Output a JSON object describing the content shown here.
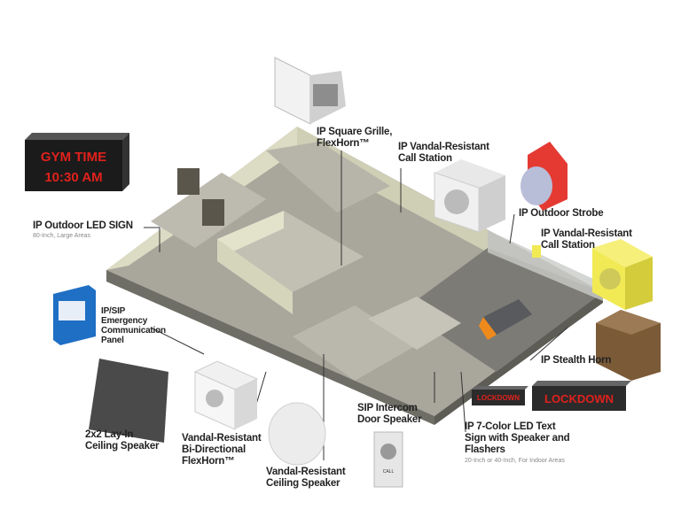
{
  "labels": {
    "square_grille": "IP Square Grille,",
    "square_grille_2": "FlexHorn™",
    "vandal_call_1": "IP Vandal-Resistant",
    "vandal_call_1b": "Call Station",
    "outdoor_strobe": "IP Outdoor Strobe",
    "vandal_call_2": "IP Vandal-Resistant",
    "vandal_call_2b": "Call Station",
    "outdoor_led": "IP Outdoor LED SIGN",
    "outdoor_led_sub": "80-Inch, Large Areas",
    "ecp_1": "IP/SIP",
    "ecp_2": "Emergency",
    "ecp_3": "Communication",
    "ecp_4": "Panel",
    "stealth_horn": "IP Stealth Horn",
    "intercom_1": "SIP Intercom",
    "intercom_2": "Door Speaker",
    "led_text_1": "IP 7-Color LED Text",
    "led_text_2": "Sign with Speaker and",
    "led_text_3": "Flashers",
    "led_text_sub": "20-Inch or 40-Inch, For Indoor Areas",
    "layin_1": "2x2 Lay-In",
    "layin_2": "Ceiling Speaker",
    "bidir_1": "Vandal-Resistant",
    "bidir_2": "Bi-Directional",
    "bidir_3": "FlexHorn™",
    "ceiling_1": "Vandal-Resistant",
    "ceiling_2": "Ceiling Speaker"
  },
  "displays": {
    "gym_line1": "GYM TIME",
    "gym_line2": "10:30 AM",
    "lockdown_large": "LOCKDOWN",
    "lockdown_small": "LOCKDOWN",
    "call_button": "CALL"
  },
  "colors": {
    "floor": "#a9a69c",
    "wall": "#dcdcc4",
    "wall_side": "#8e8d84",
    "led_red": "#e0211c",
    "panel_blue": "#1f6fc4",
    "strobe_red": "#e43a32",
    "call_yellow": "#f1ea54",
    "horn_brown": "#7b5a38"
  }
}
